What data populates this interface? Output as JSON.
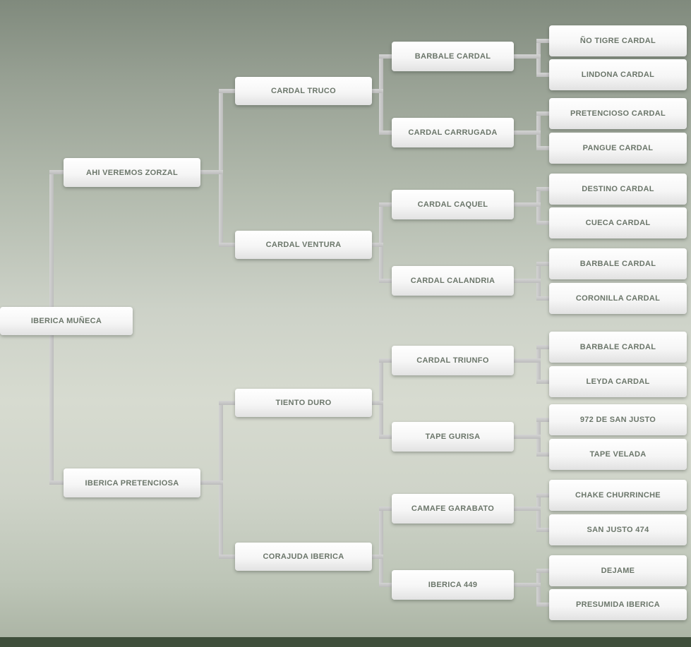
{
  "pedigree": {
    "gen1": [
      {
        "label": "IBERICA MUÑECA"
      }
    ],
    "gen2": [
      {
        "label": "AHI VEREMOS ZORZAL"
      },
      {
        "label": "IBERICA PRETENCIOSA"
      }
    ],
    "gen3": [
      {
        "label": "CARDAL TRUCO"
      },
      {
        "label": "CARDAL VENTURA"
      },
      {
        "label": "TIENTO DURO"
      },
      {
        "label": "CORAJUDA IBERICA"
      }
    ],
    "gen4": [
      {
        "label": "BARBALE CARDAL"
      },
      {
        "label": "CARDAL CARRUGADA"
      },
      {
        "label": "CARDAL CAQUEL"
      },
      {
        "label": "CARDAL CALANDRIA"
      },
      {
        "label": "CARDAL TRIUNFO"
      },
      {
        "label": "TAPE GURISA"
      },
      {
        "label": "CAMAFE GARABATO"
      },
      {
        "label": "IBERICA 449"
      }
    ],
    "gen5": [
      {
        "label": "ÑO TIGRE CARDAL"
      },
      {
        "label": "LINDONA CARDAL"
      },
      {
        "label": "PRETENCIOSO CARDAL"
      },
      {
        "label": "PANGUE CARDAL"
      },
      {
        "label": "DESTINO CARDAL"
      },
      {
        "label": "CUECA CARDAL"
      },
      {
        "label": "BARBALE CARDAL"
      },
      {
        "label": "CORONILLA CARDAL"
      },
      {
        "label": "BARBALE CARDAL"
      },
      {
        "label": "LEYDA CARDAL"
      },
      {
        "label": "972 DE SAN JUSTO"
      },
      {
        "label": "TAPE VELADA"
      },
      {
        "label": "CHAKE CHURRINCHE"
      },
      {
        "label": "SAN JUSTO 474"
      },
      {
        "label": "DEJAME"
      },
      {
        "label": "PRESUMIDA IBERICA"
      }
    ]
  },
  "colors": {
    "background_top": "#808a7d",
    "background_light": "#d7dbd0",
    "footer_bar": "#3f4f3b",
    "connector": "#c7c7c7",
    "node_text": "#6b766a"
  }
}
